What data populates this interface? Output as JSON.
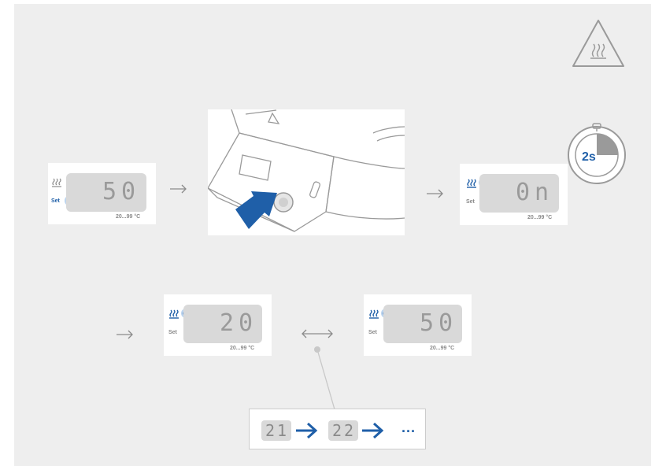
{
  "panels": {
    "initial": {
      "value": "50",
      "set_label": "Set",
      "range": "20...99 °C"
    },
    "on": {
      "value": "0n",
      "set_label": "Set",
      "range": "20...99 °C"
    },
    "low": {
      "value": "20",
      "set_label": "Set",
      "range": "20...99 °C"
    },
    "high": {
      "value": "50",
      "set_label": "Set",
      "range": "20...99 °C"
    }
  },
  "timer": {
    "label": "2s"
  },
  "sequence": {
    "first": "21",
    "second": "22",
    "ellipsis": "···"
  },
  "colors": {
    "accent": "#1f5fa8",
    "background": "#eeeeee",
    "lcd": "#d9d9d9",
    "arrow": "#9a9a9a"
  },
  "icons": [
    "hot-surface-warning-icon",
    "heating-icon",
    "press-button-arrow-icon",
    "timer-icon"
  ]
}
